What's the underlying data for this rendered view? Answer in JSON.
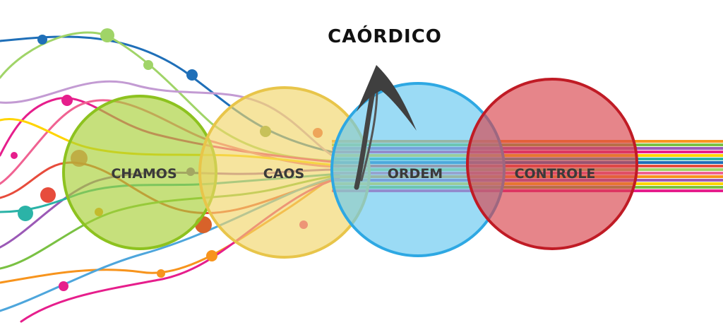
{
  "diagram": {
    "top_label": "CAÓRDICO",
    "stages": [
      {
        "key": "chamos",
        "label": "CHAMOS",
        "fill": "#a8cf36",
        "stroke": "#8dc21f"
      },
      {
        "key": "caos",
        "label": "CAOS",
        "fill": "#f1d66a",
        "stroke": "#e8c54a"
      },
      {
        "key": "ordem",
        "label": "ORDEM",
        "fill": "#66c7f0",
        "stroke": "#2ea8e3"
      },
      {
        "key": "controle",
        "label": "CONTROLE",
        "fill": "#d9434b",
        "stroke": "#c01b25"
      }
    ],
    "colors": {
      "arrow": "#444444",
      "strands": [
        "#1f6fb8",
        "#e61e8c",
        "#7ac143",
        "#f7941d",
        "#9b59b6",
        "#ffd400",
        "#e74c3c",
        "#2bb3a7",
        "#a0d468",
        "#f06292"
      ]
    }
  }
}
